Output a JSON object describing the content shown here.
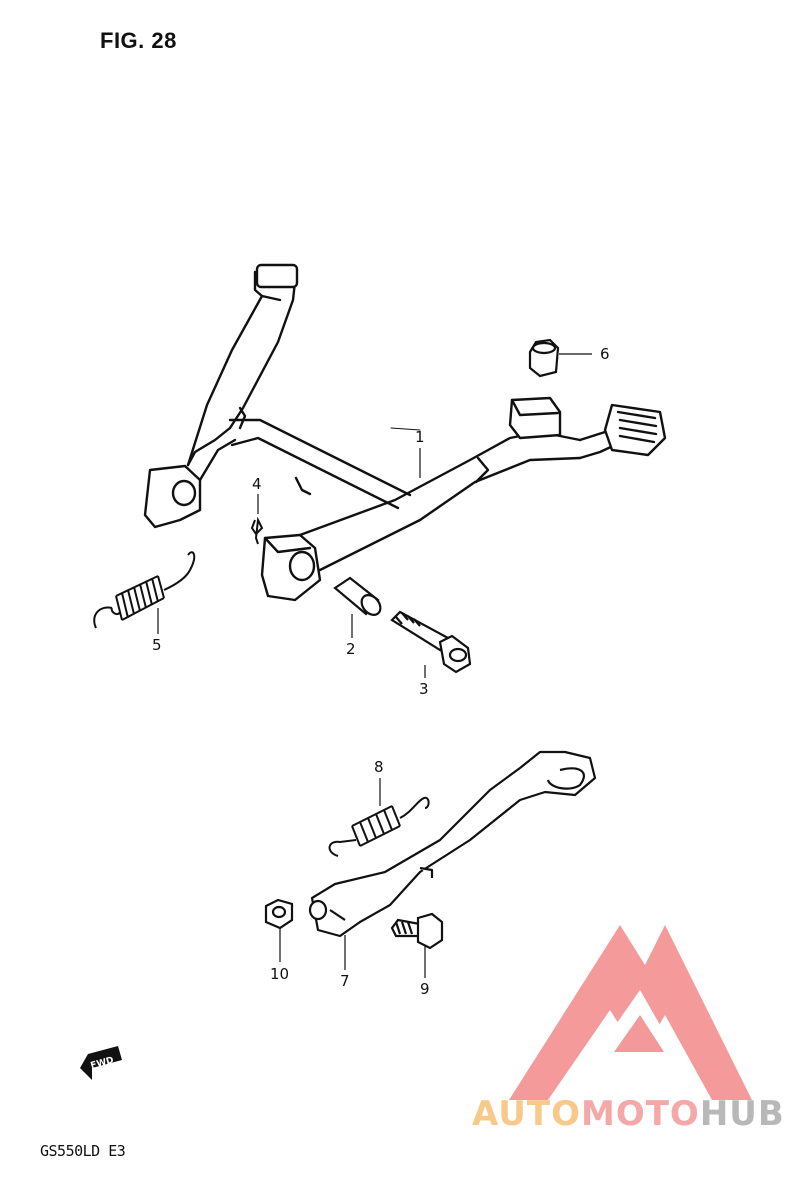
{
  "figure": {
    "title": "FIG. 28",
    "model_code": "GS550LD  E3",
    "forward_arrow_label": "FWD"
  },
  "callouts": [
    "1",
    "2",
    "3",
    "4",
    "5",
    "6",
    "7",
    "8",
    "9",
    "10"
  ],
  "parts": [
    {
      "ref": "1",
      "icon": "center-stand-icon"
    },
    {
      "ref": "2",
      "icon": "spacer-sleeve-icon"
    },
    {
      "ref": "3",
      "icon": "pivot-bolt-icon"
    },
    {
      "ref": "4",
      "icon": "cotter-pin-icon"
    },
    {
      "ref": "5",
      "icon": "center-stand-spring-icon"
    },
    {
      "ref": "6",
      "icon": "stopper-rubber-icon"
    },
    {
      "ref": "7",
      "icon": "side-stand-icon"
    },
    {
      "ref": "8",
      "icon": "side-stand-spring-icon"
    },
    {
      "ref": "9",
      "icon": "side-stand-bolt-icon"
    },
    {
      "ref": "10",
      "icon": "nut-icon"
    }
  ],
  "watermark": {
    "part1": "AUTO",
    "part2": "MOTO",
    "part3": "HUB",
    "colors": {
      "auto": "#f7c98a",
      "moto": "#f4a8a8",
      "hub": "#b8b8b8",
      "logo": "#f06a6a"
    }
  }
}
